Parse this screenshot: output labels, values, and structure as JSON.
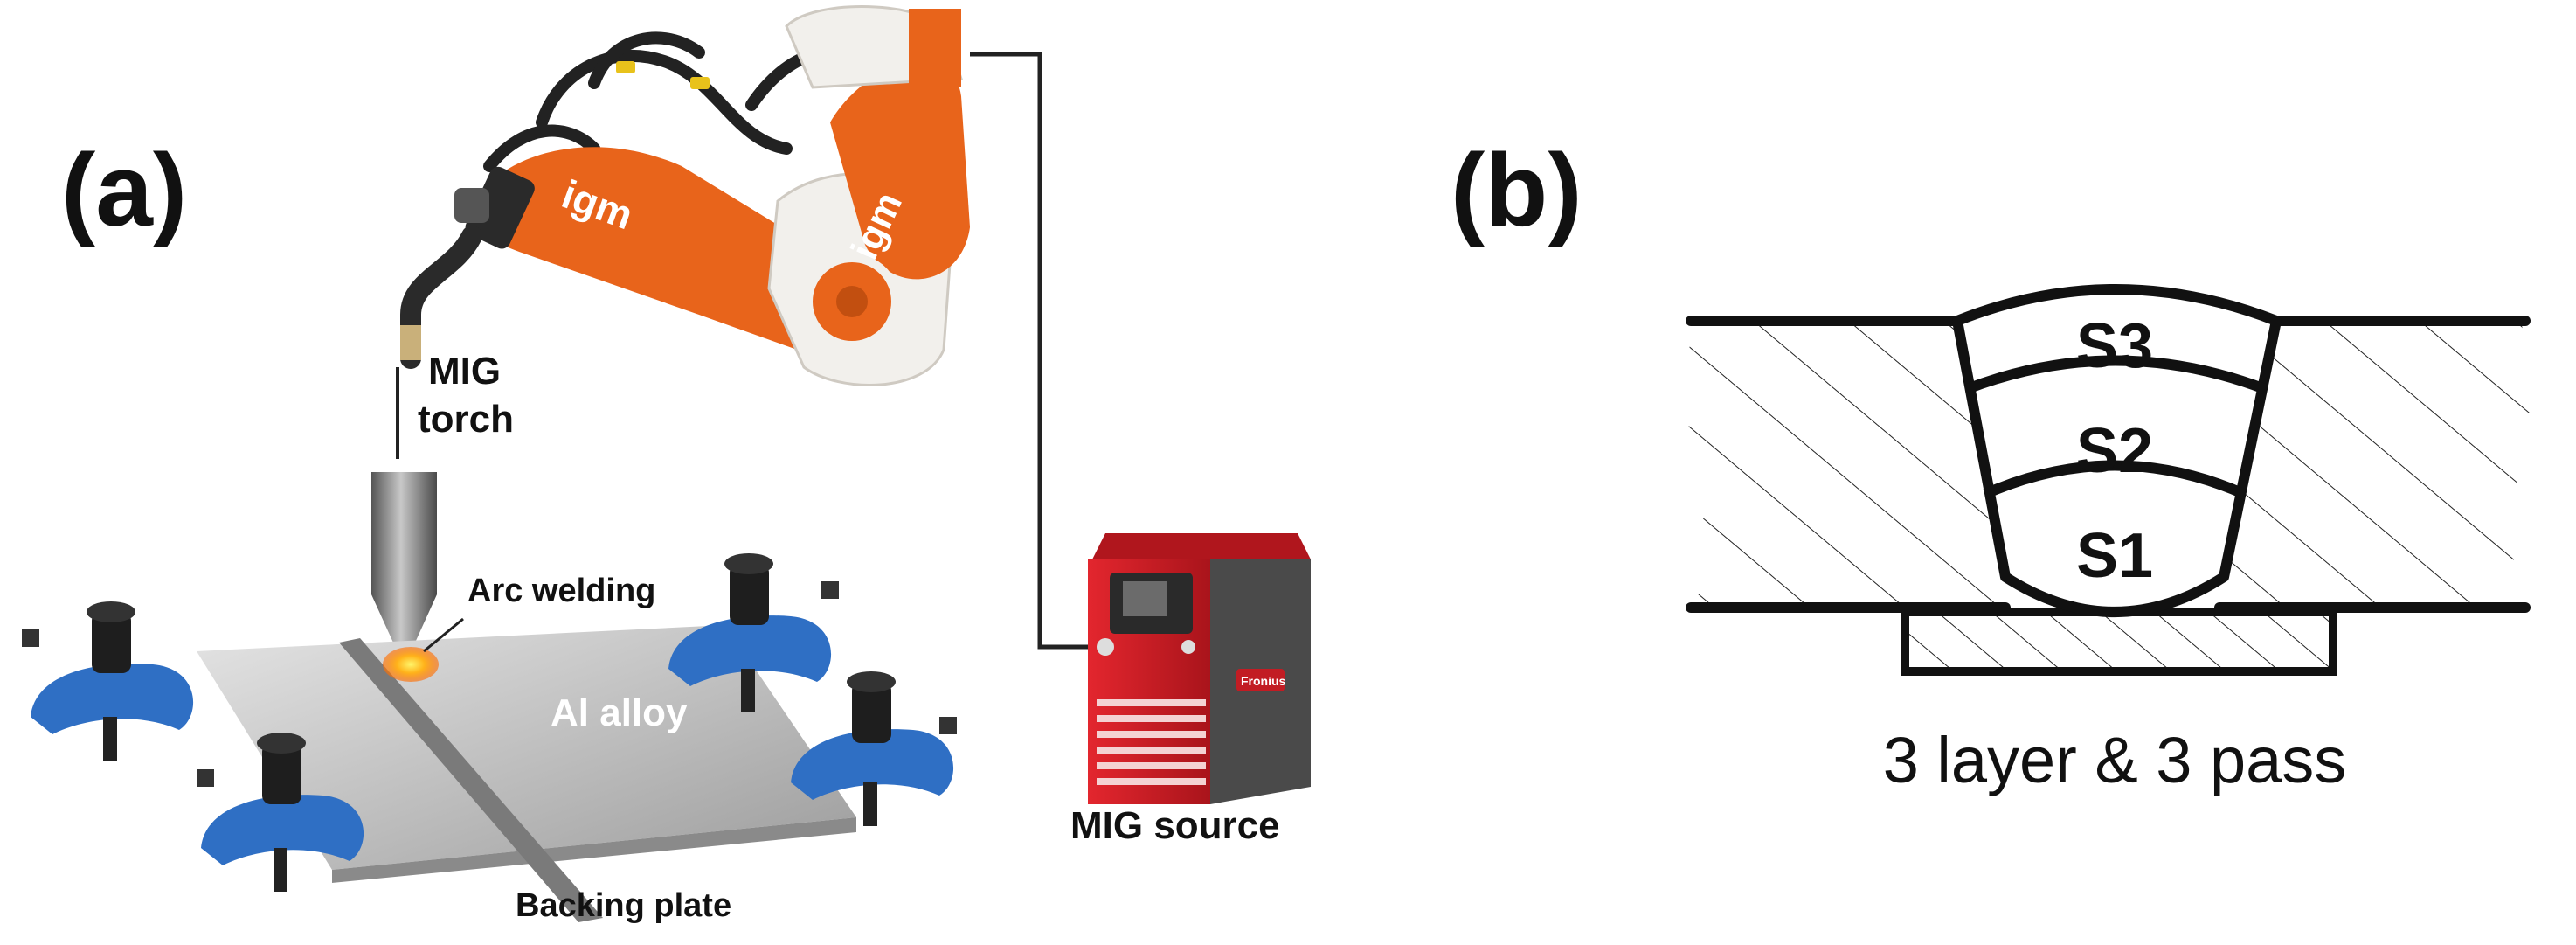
{
  "panel_a": {
    "label": "(a)",
    "robot_brand": "igm",
    "torch_label_line1": "MIG",
    "torch_label_line2": "torch",
    "arc_label": "Arc welding",
    "plate_label": "Al alloy",
    "backing_label": "Backing plate",
    "source_label": "MIG source",
    "source_brand": "Fronius"
  },
  "panel_b": {
    "label": "(b)",
    "passes": [
      "S3",
      "S2",
      "S1"
    ],
    "caption": "3 layer & 3 pass"
  },
  "colors": {
    "robot_orange": "#e8641b",
    "robot_white": "#f2f0ec",
    "clamp_blue": "#2f6fc4",
    "source_red": "#d3222a",
    "plate_gray": "#c9c9c9",
    "torch_gray": "#8d8d8d"
  }
}
